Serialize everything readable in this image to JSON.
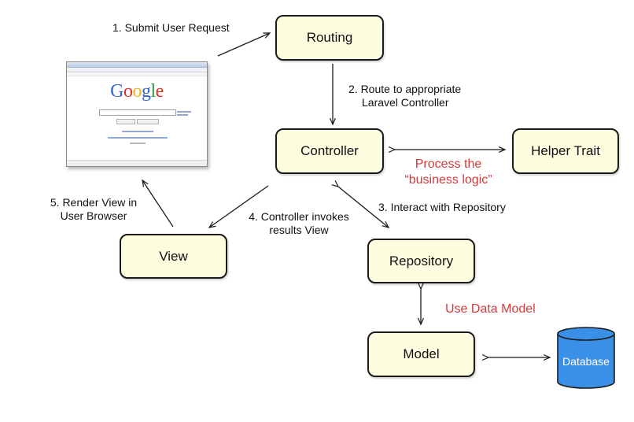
{
  "nodes": {
    "routing": "Routing",
    "controller": "Controller",
    "helper_trait": "Helper Trait",
    "view": "View",
    "repository": "Repository",
    "model": "Model",
    "database": "Database"
  },
  "steps": {
    "step1": "1. Submit User Request",
    "step2_line1": "2. Route to appropriate",
    "step2_line2": "Laravel Controller",
    "step3": "3. Interact with Repository",
    "step4_line1": "4. Controller invokes",
    "step4_line2": "results View",
    "step5_line1": "5. Render View in",
    "step5_line2": "User Browser"
  },
  "annotations": {
    "business_line1": "Process the",
    "business_line2": "“business logic”",
    "data_model": "Use Data Model"
  },
  "browser": {
    "logo_letters": [
      {
        "char": "G",
        "color": "#3366cc"
      },
      {
        "char": "o",
        "color": "#dd3322"
      },
      {
        "char": "o",
        "color": "#f2b211"
      },
      {
        "char": "g",
        "color": "#3366cc"
      },
      {
        "char": "l",
        "color": "#229944"
      },
      {
        "char": "e",
        "color": "#dd3322"
      }
    ]
  },
  "colors": {
    "node_fill": "#fffde0",
    "node_border": "#1b1b1b",
    "annotation_red": "#d43a3a",
    "database_fill": "#3a8fe6"
  }
}
